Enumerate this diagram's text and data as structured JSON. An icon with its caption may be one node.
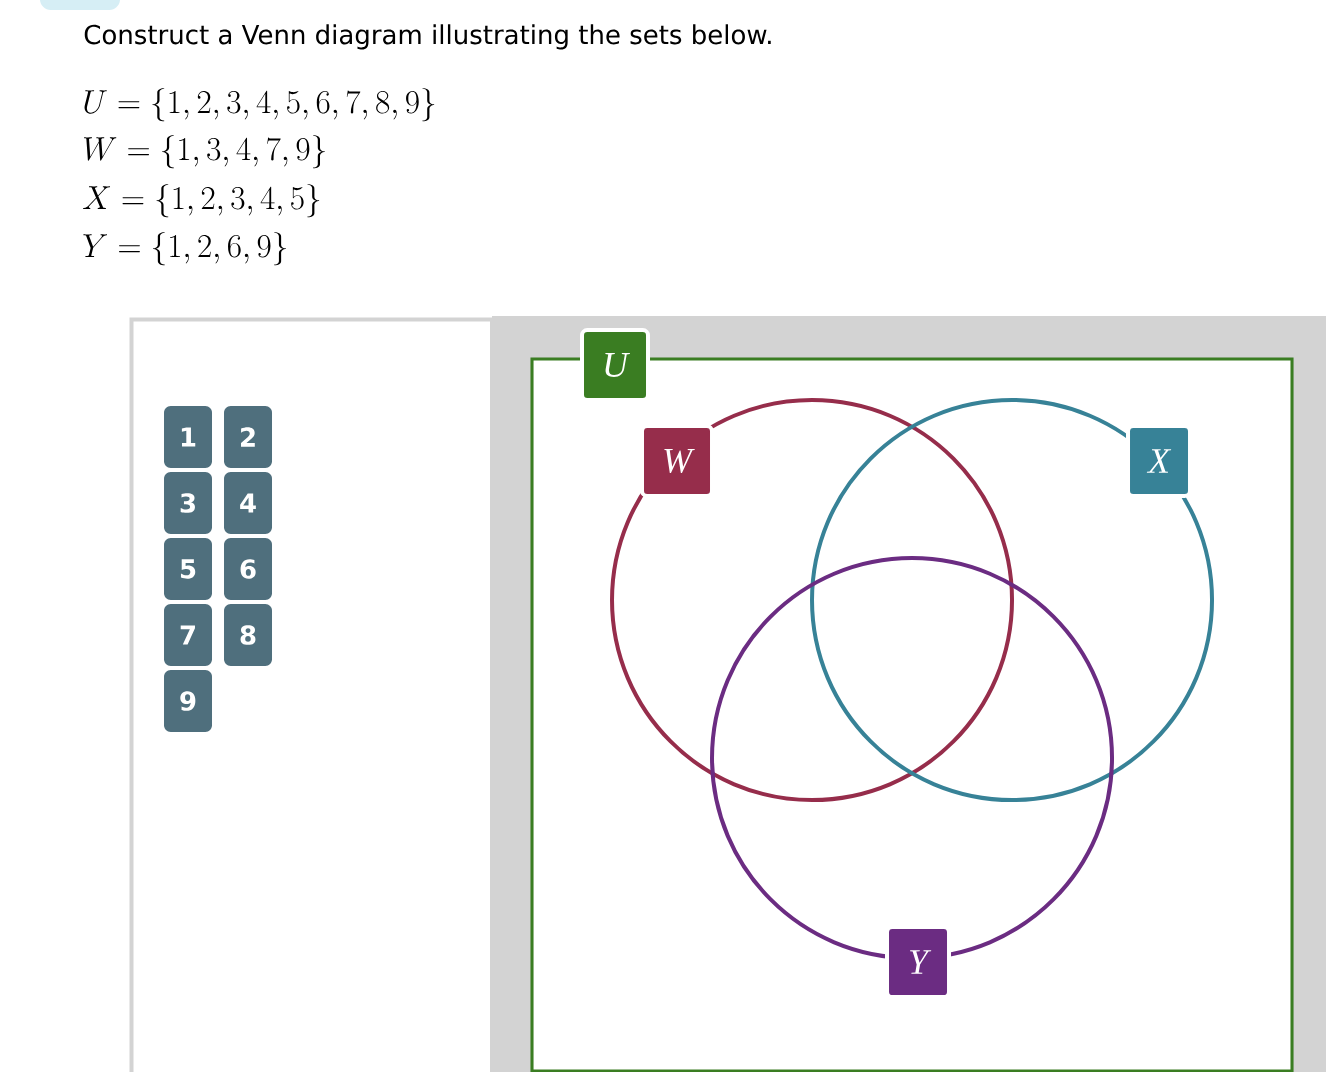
{
  "diagram": {
    "title": "Construct a Venn diagram illustrating the sets below.",
    "nodes": [
      {
        "text": [
          "U"
        ]
      },
      {
        "text": [
          "W"
        ],
        "in": 0
      },
      {
        "text": [
          "X"
        ],
        "in": 0
      },
      {
        "text": [
          "Y"
        ],
        "in": 0
      },
      {
        "text": [
          "1"
        ]
      },
      {
        "text": [
          "2"
        ]
      },
      {
        "text": [
          "3"
        ]
      },
      {
        "text": [
          "4"
        ]
      },
      {
        "text": [
          "5"
        ]
      },
      {
        "text": [
          "6"
        ]
      },
      {
        "text": [
          "7"
        ]
      },
      {
        "text": [
          "8"
        ]
      },
      {
        "text": [
          "9"
        ]
      }
    ],
    "edges": [],
    "labels": [
      "U=\\{1, 2, 3, 4, 5, 6, 7, 8, 9\\}",
      "W=\\{1, 3, 4, 7, 9\\}",
      "X=\\{1, 2, 3, 4, 5\\}",
      "Y=\\{1, 2, 6, 9\\}"
    ]
  }
}
